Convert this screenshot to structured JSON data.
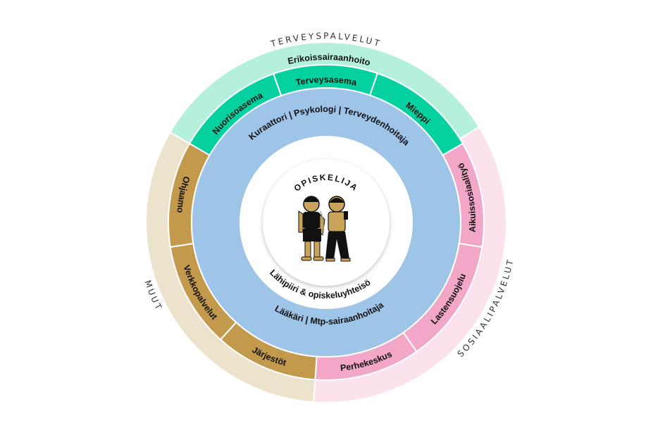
{
  "categories": {
    "health": "TERVEYSPALVELUT",
    "social": "SOSIAALIPALVELUT",
    "other": "MUUT"
  },
  "outer_ring": {
    "health": "Erikoissairaanhoito"
  },
  "middle_ring": {
    "nuorisoasema": "Nuorisoasema",
    "terveysasema": "Terveysasema",
    "mieppi": "Mieppi",
    "aikuissosiaalityo": "Aikuissosiaalityö",
    "lastensuojelu": "Lastensuojelu",
    "perhekeskus": "Perhekeskus",
    "jarjestot": "Järjestöt",
    "verkkopalvelut": "Verkkopalvelut",
    "ohjaamo": "Ohjaamo"
  },
  "inner_ring": {
    "top": "Kuraattori  |  Psykologi  |  Terveydenhoitaja",
    "bottom": "Lääkäri | Mtp-sairaanhoitaja"
  },
  "center": {
    "title": "OPISKELIJA",
    "community": "Lähipiiri & opiskeluyhteisö",
    "illustration": "two-students-icon"
  },
  "colors": {
    "health_light": "#b5f0dd",
    "health": "#04d19f",
    "social_light": "#fbe2ec",
    "social": "#f2a6c8",
    "other_light": "#ede3cd",
    "other": "#c39a4c",
    "inner": "#9ec4e8"
  }
}
